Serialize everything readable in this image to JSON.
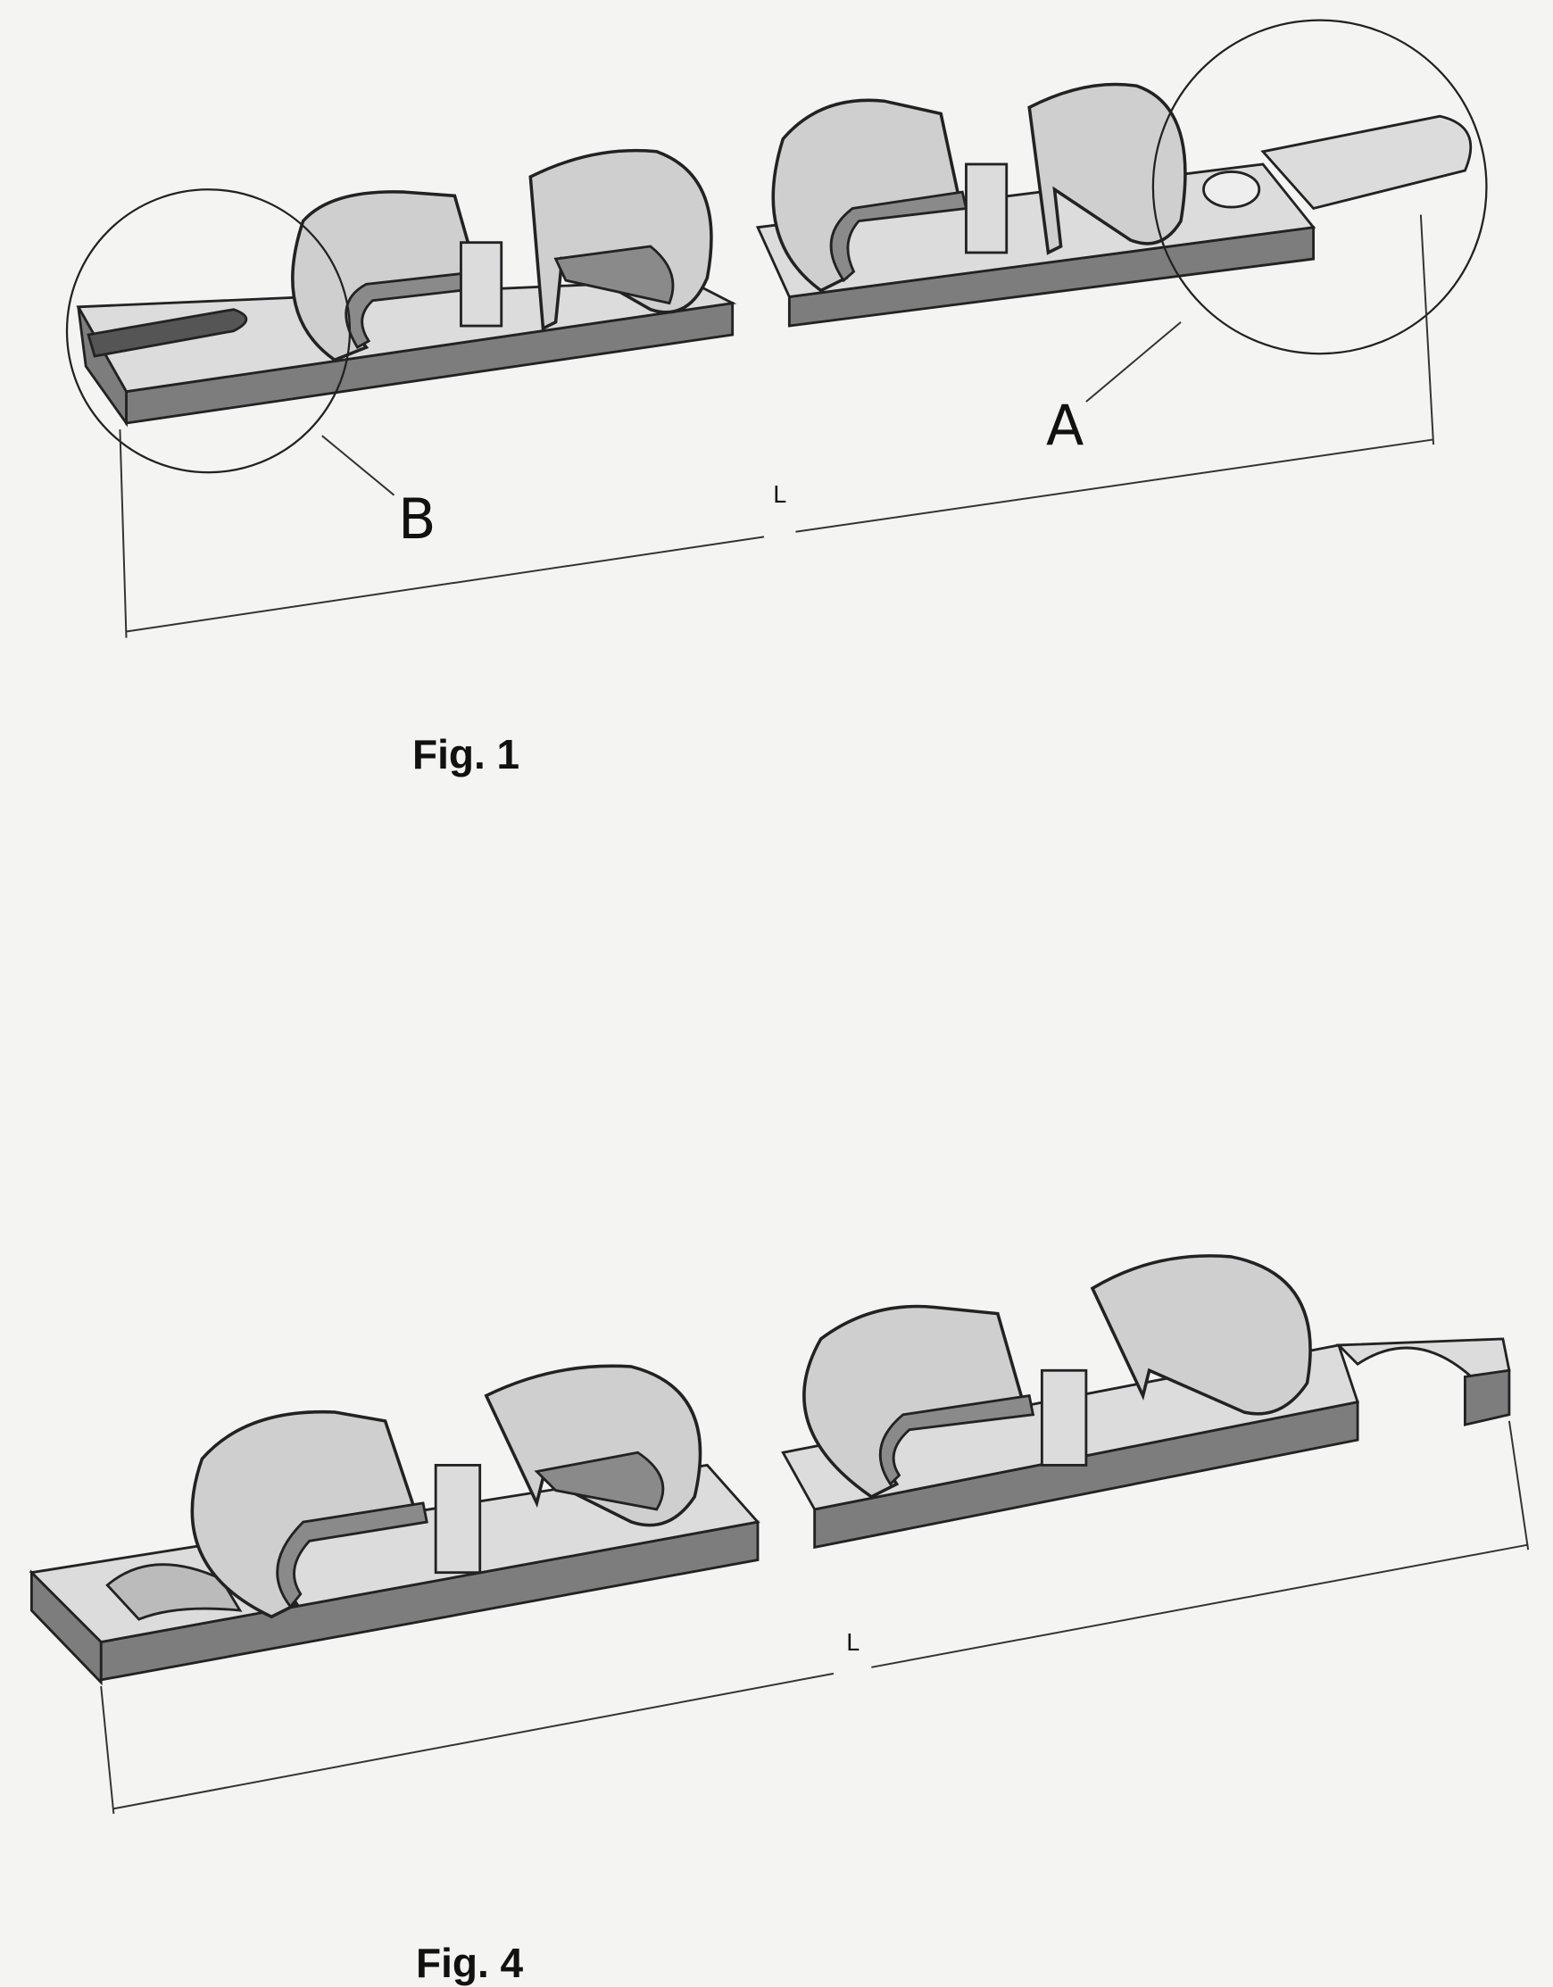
{
  "figure1": {
    "caption": "Fig. 1",
    "dimension_label": "L",
    "detail_labels": {
      "a": "A",
      "b": "B"
    }
  },
  "figure4": {
    "caption": "Fig. 4",
    "dimension_label": "L"
  }
}
